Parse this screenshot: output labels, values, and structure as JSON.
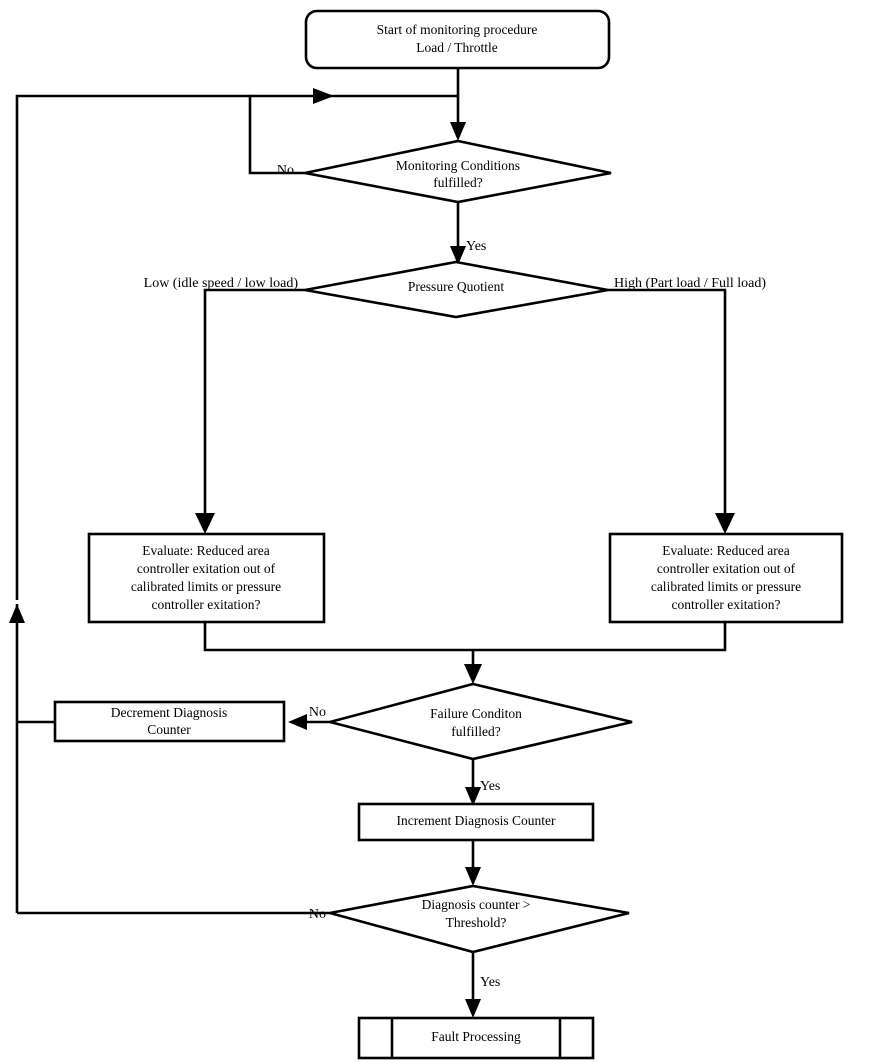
{
  "diagram": {
    "title": "Monitoring procedure flowchart",
    "type": "flowchart",
    "background_color": "#ffffff",
    "line_color": "#000000",
    "nodes": {
      "start": {
        "shape": "rounded-rectangle",
        "line1": "Start of monitoring procedure",
        "line2": "Load / Throttle"
      },
      "monitoring_conditions": {
        "shape": "diamond",
        "line1": "Monitoring Conditons",
        "line1_display": "Monitoring Conditions",
        "line2": "fulfilled?"
      },
      "pressure_quotient": {
        "shape": "diamond",
        "line1": "Pressure Quotient"
      },
      "evaluate_left": {
        "shape": "rectangle",
        "line1": "Evaluate: Reduced area",
        "line2": "controller exitation out of",
        "line3": "calibrated limits or pressure",
        "line4": "controller exitation?"
      },
      "evaluate_right": {
        "shape": "rectangle",
        "line1": "Evaluate: Reduced area",
        "line2": "controller exitation out of",
        "line3": "calibrated limits or pressure",
        "line4": "controller exitation?"
      },
      "failure_condition": {
        "shape": "diamond",
        "line1": "Failure Conditon",
        "line2": "fulfilled?"
      },
      "decrement_counter": {
        "shape": "rectangle",
        "line1": "Decrement Diagnosis",
        "line2": "Counter"
      },
      "increment_counter": {
        "shape": "rectangle",
        "line1": "Increment Diagnosis Counter"
      },
      "threshold_check": {
        "shape": "diamond",
        "line1": "Diagnosis counter >",
        "line2": "Threshold?"
      },
      "fault_processing": {
        "shape": "predefined-process",
        "line1": "Fault Processing"
      }
    },
    "edge_labels": {
      "monitoring_no": "No",
      "monitoring_yes": "Yes",
      "quotient_low": "Low (idle speed / low load)",
      "quotient_high": "High (Part load / Full load)",
      "failure_no": "No",
      "failure_yes": "Yes",
      "threshold_no": "No",
      "threshold_yes": "Yes"
    }
  }
}
